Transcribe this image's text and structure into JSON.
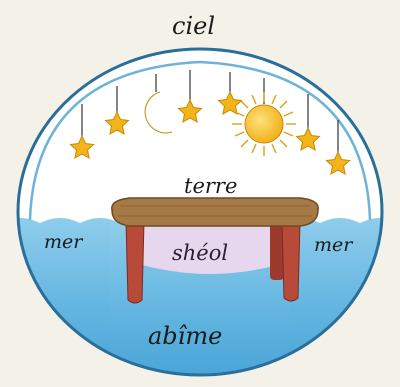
{
  "labels": {
    "ciel": "ciel",
    "terre": "terre",
    "sheol": "shéol",
    "mer_left": "mer",
    "mer_right": "mer",
    "abime": "abîme"
  },
  "icons": [
    "star-icon",
    "moon-icon",
    "sun-icon"
  ],
  "colors": {
    "sky": "#ffffff",
    "sea": "#7ec3e6",
    "deep": "#4ea7d6",
    "table_top": "#a87a44",
    "table_legs": "#b84a3a",
    "sheol": "#e4d4ec",
    "star": "#f2b418",
    "sun": "#f6b51c",
    "outline": "#1d5f8a"
  }
}
